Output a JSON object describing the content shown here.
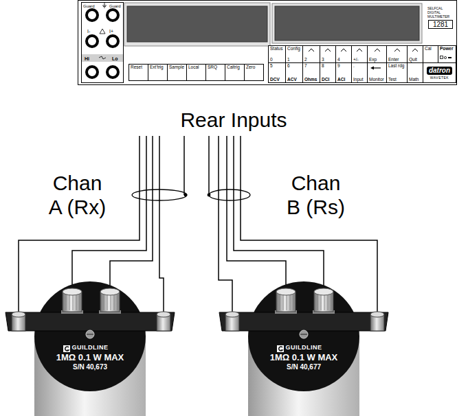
{
  "diagram": {
    "nodes": [
      {
        "text": [
          "SELFCAL DIGITAL MULTIMETER"
        ]
      },
      {
        "text": [
          "Guard",
          "Guard",
          "I-",
          "I+",
          "Hi",
          "Lo"
        ],
        "in": 0
      },
      {
        "text": [
          "1281"
        ],
        "in": 0
      },
      {
        "text": [
          "Status",
          "0"
        ],
        "in": 0
      },
      {
        "text": [
          "Config",
          "1"
        ],
        "in": 0
      },
      {
        "text": [
          "2"
        ],
        "in": 0
      },
      {
        "text": [
          "3"
        ],
        "in": 0
      },
      {
        "text": [
          "4"
        ],
        "in": 0
      },
      {
        "text": [
          "+/-"
        ],
        "in": 0
      },
      {
        "text": [
          "Exp"
        ],
        "in": 0
      },
      {
        "text": [
          "Enter"
        ],
        "in": 0
      },
      {
        "text": [
          "Quit"
        ],
        "in": 0
      },
      {
        "text": [
          "Cal"
        ],
        "in": 0
      },
      {
        "text": [
          "Power"
        ],
        "in": 0
      },
      {
        "text": [
          "Reset"
        ],
        "in": 0
      },
      {
        "text": [
          "Ext'trig"
        ],
        "in": 0
      },
      {
        "text": [
          "Sample"
        ],
        "in": 0
      },
      {
        "text": [
          "Local"
        ],
        "in": 0
      },
      {
        "text": [
          "SRQ"
        ],
        "in": 0
      },
      {
        "text": [
          "Caltrig"
        ],
        "in": 0
      },
      {
        "text": [
          "Zero"
        ],
        "in": 0
      },
      {
        "text": [
          "5",
          "DCV"
        ],
        "in": 0
      },
      {
        "text": [
          "6",
          "ACV"
        ],
        "in": 0
      },
      {
        "text": [
          "7",
          "Ohms"
        ],
        "in": 0
      },
      {
        "text": [
          "8",
          "DCI"
        ],
        "in": 0
      },
      {
        "text": [
          "9",
          "ACI"
        ],
        "in": 0
      },
      {
        "text": [
          ".",
          "Input"
        ],
        "in": 0
      },
      {
        "text": [
          "Monitor"
        ],
        "in": 0
      },
      {
        "text": [
          "Last rdg",
          "Test"
        ],
        "in": 0
      },
      {
        "text": [
          "Math"
        ],
        "in": 0
      },
      {
        "text": [
          "datron",
          "WAVETEK"
        ],
        "in": 0
      },
      {
        "text": [
          "GUILDLINE",
          "1MΩ 0.1 W MAX",
          "S/N 40,673"
        ]
      },
      {
        "text": [
          "GUILDLINE",
          "1MΩ 0.1 W MAX",
          "S/N 40,677"
        ]
      }
    ],
    "labels": [
      "Rear Inputs",
      "Chan A (Rx)",
      "Chan B (Rs)"
    ]
  }
}
